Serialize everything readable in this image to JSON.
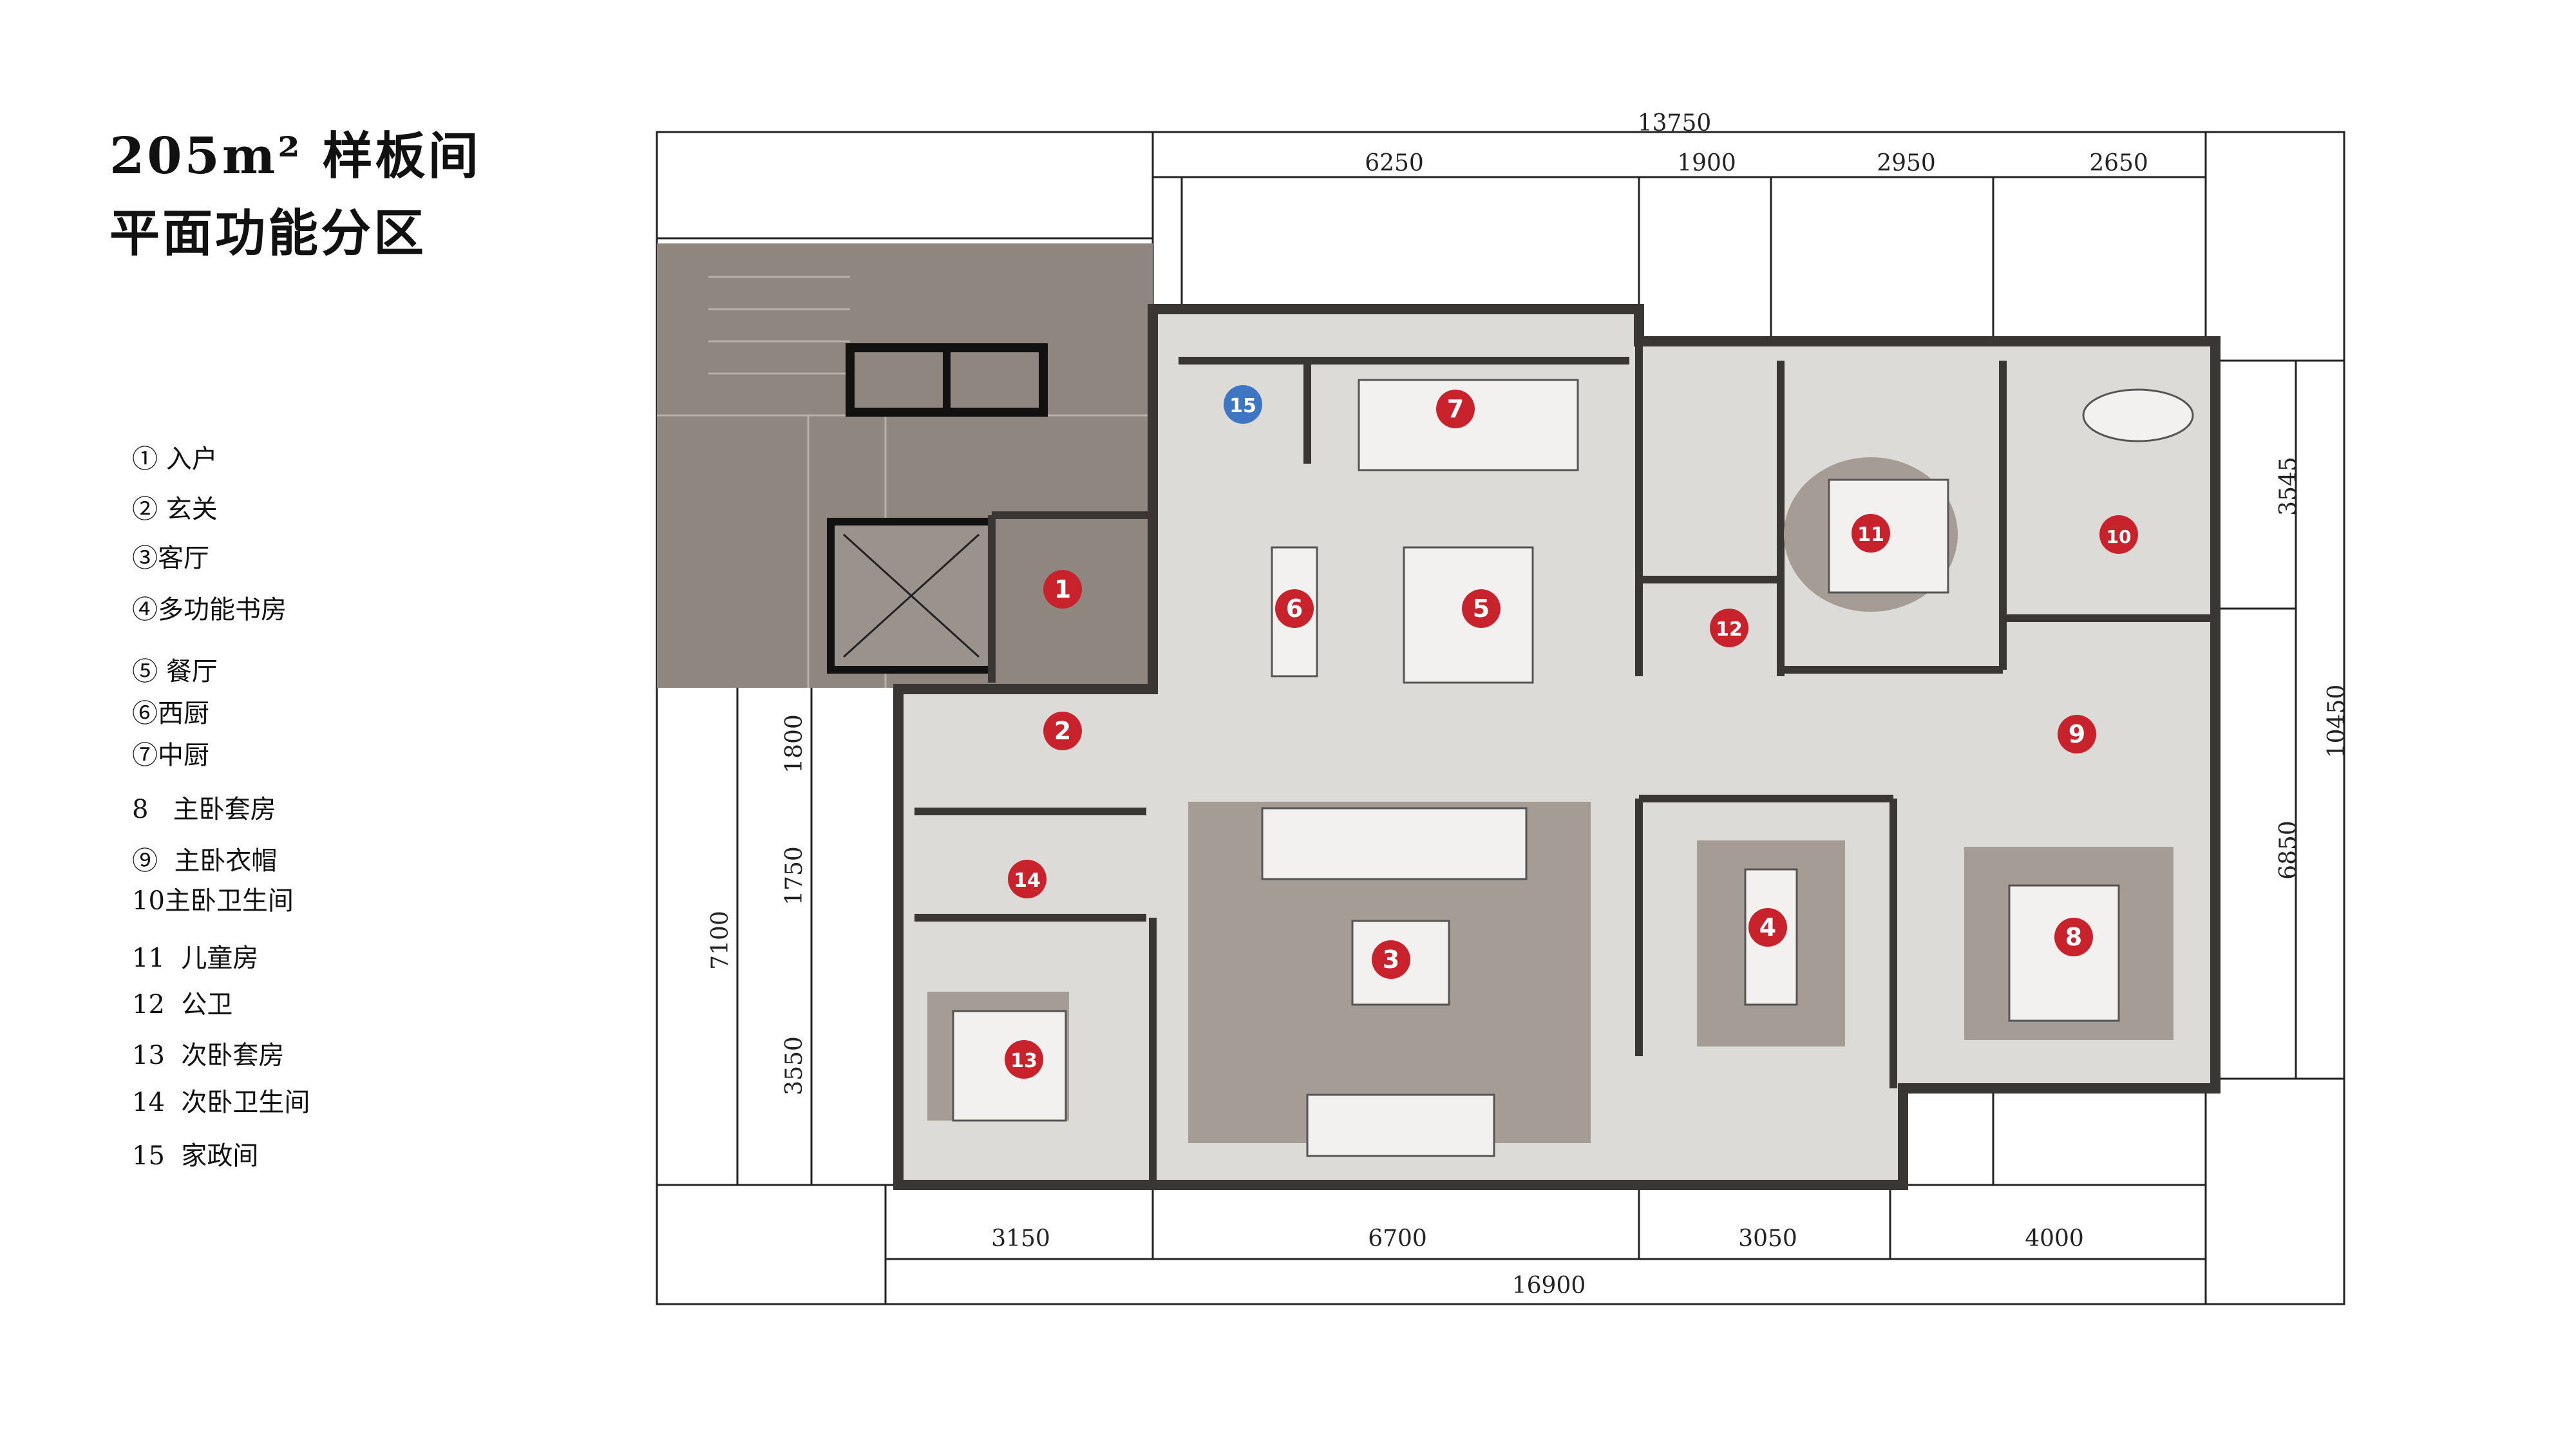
{
  "title": {
    "line1": "205m² 样板间",
    "line2": "平面功能分区"
  },
  "legend": [
    {
      "marker": "①",
      "label": "入户"
    },
    {
      "marker": "②",
      "label": "玄关"
    },
    {
      "marker": "③",
      "label": "客厅"
    },
    {
      "marker": "④",
      "label": "多功能书房"
    },
    {
      "marker": "⑤",
      "label": "餐厅"
    },
    {
      "marker": "⑥",
      "label": "西厨"
    },
    {
      "marker": "⑦",
      "label": "中厨"
    },
    {
      "marker": "8",
      "label": "主卧套房"
    },
    {
      "marker": "⑨",
      "label": "主卧衣帽"
    },
    {
      "marker": "10",
      "label": "主卧卫生间"
    },
    {
      "marker": "11",
      "label": "儿童房"
    },
    {
      "marker": "12",
      "label": "公卫"
    },
    {
      "marker": "13",
      "label": "次卧套房"
    },
    {
      "marker": "14",
      "label": "次卧卫生间"
    },
    {
      "marker": "15",
      "label": "家政间"
    }
  ],
  "dimensions": {
    "top_overall": "13750",
    "top_segments": [
      "6250",
      "1900",
      "2950",
      "2650"
    ],
    "bottom_segments": [
      "3150",
      "6700",
      "3050",
      "4000"
    ],
    "bottom_overall": "16900",
    "left_segments": [
      "1800",
      "1750",
      "3550"
    ],
    "left_overall": "7100",
    "right_segments": [
      "3545",
      "6850"
    ],
    "right_overall": "10450"
  },
  "room_markers": [
    "1",
    "2",
    "3",
    "4",
    "5",
    "6",
    "7",
    "8",
    "9",
    "10",
    "11",
    "12",
    "13",
    "14",
    "15"
  ],
  "colors": {
    "marker_red": "#c8232c",
    "marker_blue": "#3f76c4",
    "floor": "#dddbd8",
    "rug": "#a59c95",
    "core_block": "#8f8680",
    "wall": "#3a3633"
  }
}
